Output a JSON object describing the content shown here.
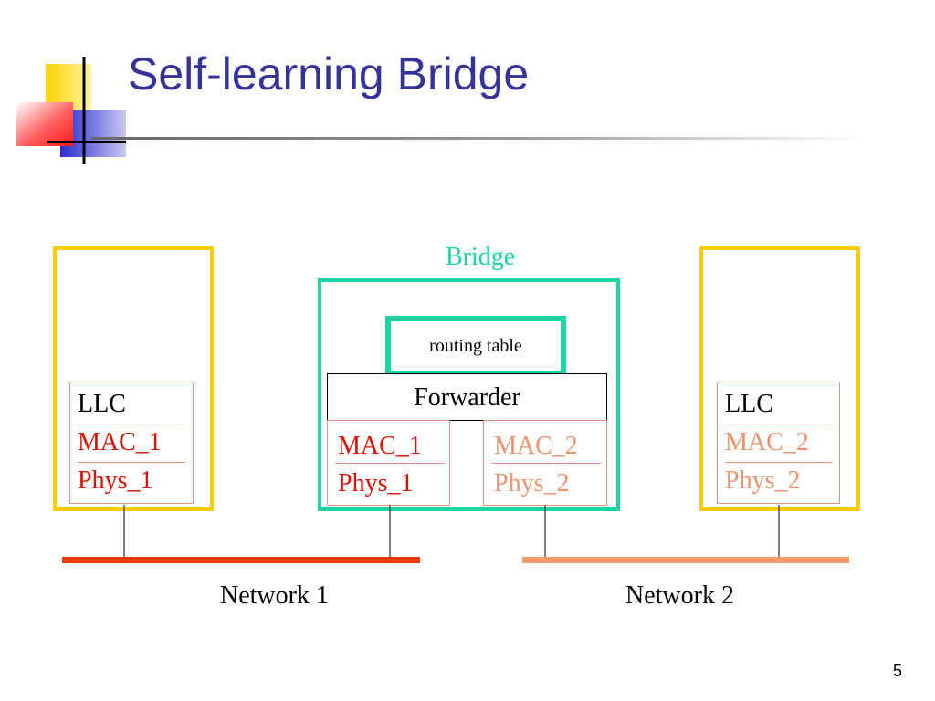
{
  "slide": {
    "title": "Self-learning Bridge",
    "page_number": "5"
  },
  "bridge": {
    "label": "Bridge",
    "routing_table_label": "routing table",
    "forwarder_label": "Forwarder",
    "port1": {
      "mac": "MAC_1",
      "phys": "Phys_1"
    },
    "port2": {
      "mac": "MAC_2",
      "phys": "Phys_2"
    }
  },
  "host_left": {
    "llc": "LLC",
    "mac": "MAC_1",
    "phys": "Phys_1"
  },
  "host_right": {
    "llc": "LLC",
    "mac": "MAC_2",
    "phys": "Phys_2"
  },
  "networks": [
    {
      "label": "Network 1",
      "color": "#ee3a0c"
    },
    {
      "label": "Network 2",
      "color": "#f59a6e"
    }
  ],
  "colors": {
    "title": "#333399",
    "host_border": "#ffcc00",
    "bridge_border": "#19d6a4",
    "network1_text": "#dd1100",
    "network2_text": "#f0906c"
  }
}
